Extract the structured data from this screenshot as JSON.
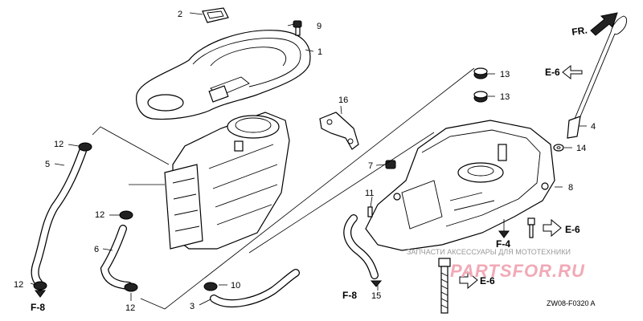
{
  "diagram": {
    "drawing_code": "ZW08-F0320 A",
    "direction_label": "FR.",
    "part_labels": {
      "p1": "1",
      "p2": "2",
      "p3": "3",
      "p4": "4",
      "p5": "5",
      "p6": "6",
      "p7": "7",
      "p8": "8",
      "p9": "9",
      "p10": "10",
      "p11": "11",
      "p12a": "12",
      "p12b": "12",
      "p12c": "12",
      "p12d": "12",
      "p13a": "13",
      "p13b": "13",
      "p14": "14",
      "p15": "15",
      "p16": "16"
    },
    "refs": {
      "e6_top": "E-6",
      "e6_mid": "E-6",
      "e6_low": "E-6",
      "f8_left": "F-8",
      "f8_mid": "F-8",
      "f4": "F-4"
    },
    "watermark": {
      "brand": "PARTSFOR.RU",
      "text": "ЗАПЧАСТИ АКСЕССУАРЫ ДЛЯ МОТОТЕХНИКИ"
    }
  }
}
